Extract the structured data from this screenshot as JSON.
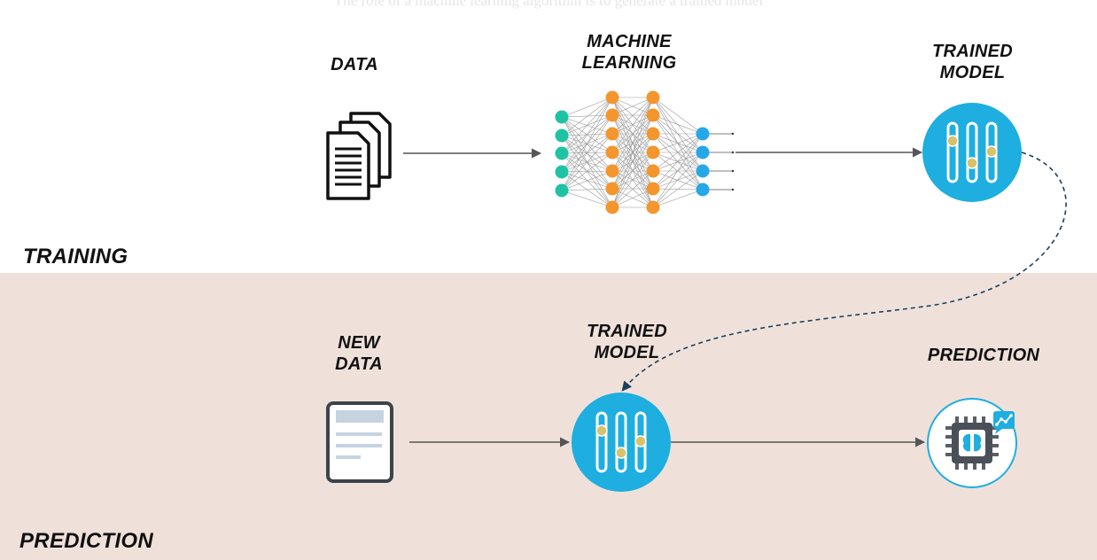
{
  "caption": "The role of a machine learning algorithm is to generate a trained model",
  "sections": {
    "training": "TRAINING",
    "prediction": "PREDICTION"
  },
  "training_row": {
    "data_label": "DATA",
    "ml_label_line1": "MACHINE",
    "ml_label_line2": "LEARNING",
    "model_label_line1": "TRAINED",
    "model_label_line2": "MODEL"
  },
  "prediction_row": {
    "new_data_line1": "NEW",
    "new_data_line2": "DATA",
    "model_label_line1": "TRAINED",
    "model_label_line2": "MODEL",
    "prediction_label": "PREDICTION"
  },
  "icons": {
    "data": "documents-icon",
    "ml": "neural-network-icon",
    "model": "sliders-icon",
    "new_data": "document-icon",
    "prediction": "ai-chip-icon"
  },
  "colors": {
    "band": "#efe1da",
    "model_blue": "#1eaee0",
    "slider_knob": "#d8c26a",
    "teal_node": "#1fc3a4",
    "orange_node": "#f4962e",
    "blue_node": "#26a8e6",
    "dashed_arrow": "#1b3f5f"
  }
}
